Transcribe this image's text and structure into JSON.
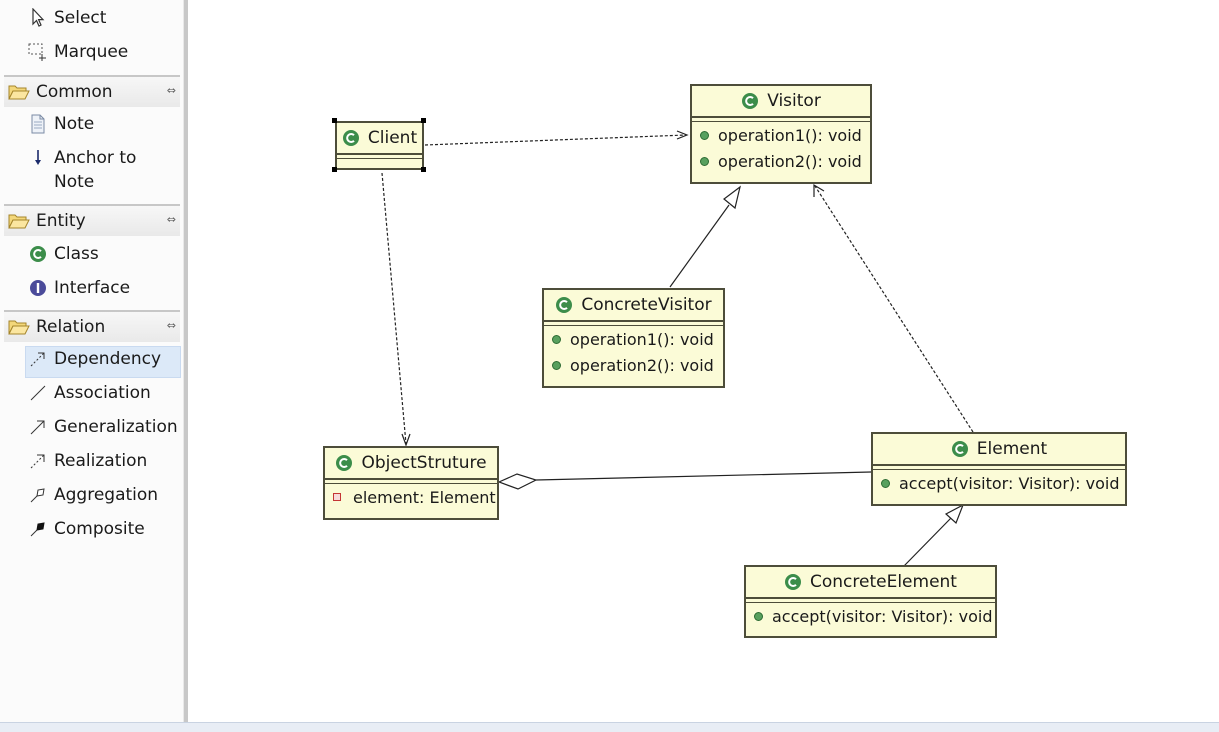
{
  "palette": {
    "tools": [
      {
        "label": "Select",
        "icon": "arrow-cursor-icon"
      },
      {
        "label": "Marquee",
        "icon": "marquee-icon"
      }
    ],
    "drawers": [
      {
        "label": "Common",
        "items": [
          {
            "label": "Note",
            "icon": "note-icon"
          },
          {
            "label": "Anchor to Note",
            "icon": "anchor-icon"
          }
        ]
      },
      {
        "label": "Entity",
        "items": [
          {
            "label": "Class",
            "icon": "class-icon"
          },
          {
            "label": "Interface",
            "icon": "interface-icon"
          }
        ]
      },
      {
        "label": "Relation",
        "items": [
          {
            "label": "Dependency",
            "icon": "dependency-icon",
            "selected": true
          },
          {
            "label": "Association",
            "icon": "association-icon"
          },
          {
            "label": "Generalization",
            "icon": "generalization-icon"
          },
          {
            "label": "Realization",
            "icon": "realization-icon"
          },
          {
            "label": "Aggregation",
            "icon": "aggregation-icon"
          },
          {
            "label": "Composite",
            "icon": "composite-icon"
          }
        ]
      }
    ]
  },
  "diagram": {
    "classes": {
      "client": {
        "name": "Client",
        "selected": true,
        "members": []
      },
      "visitor": {
        "name": "Visitor",
        "members": [
          "operation1(): void",
          "operation2(): void"
        ]
      },
      "concrete_visitor": {
        "name": "ConcreteVisitor",
        "members": [
          "operation1(): void",
          "operation2(): void"
        ]
      },
      "object_structure": {
        "name": "ObjectStruture",
        "members": [
          "element: Element"
        ]
      },
      "element": {
        "name": "Element",
        "members": [
          "accept(visitor: Visitor): void"
        ]
      },
      "concrete_element": {
        "name": "ConcreteElement",
        "members": [
          "accept(visitor: Visitor): void"
        ]
      }
    },
    "colors": {
      "class_fill": "#fbfbd7",
      "class_border": "#4d4d3a",
      "class_icon": "#3c8d4a",
      "selection": "#dce9f8"
    }
  }
}
